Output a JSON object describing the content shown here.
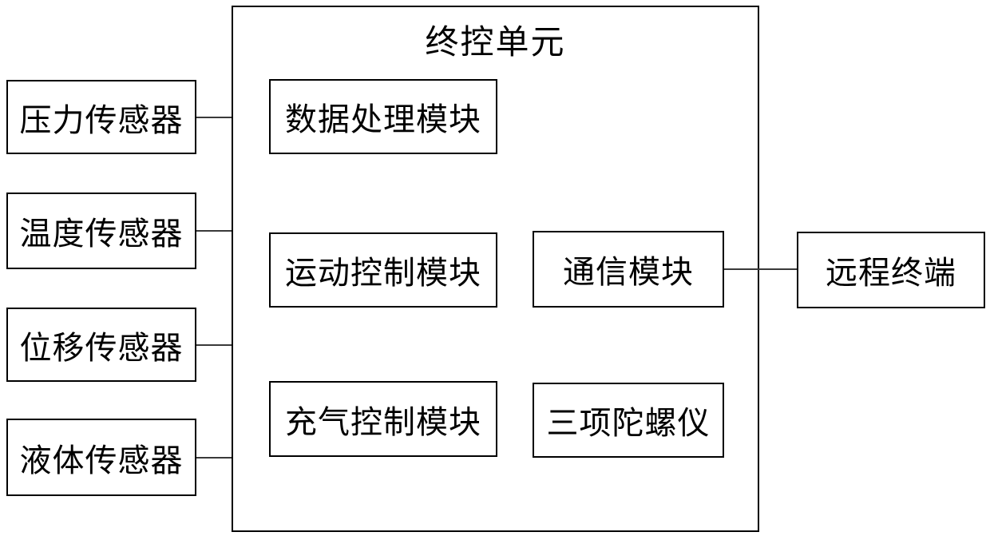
{
  "diagram": {
    "main_unit": {
      "label": "终控单元"
    },
    "sensors": [
      {
        "label": "压力传感器"
      },
      {
        "label": "温度传感器"
      },
      {
        "label": "位移传感器"
      },
      {
        "label": "液体传感器"
      }
    ],
    "inner_modules_left": [
      {
        "label": "数据处理模块"
      },
      {
        "label": "运动控制模块"
      },
      {
        "label": "充气控制模块"
      }
    ],
    "inner_modules_right": [
      {
        "label": "通信模块"
      },
      {
        "label": "三项陀螺仪"
      }
    ],
    "remote": {
      "label": "远程终端"
    },
    "colors": {
      "background": "#ffffff",
      "box_border": "#000000",
      "connector_line": "#3a3a3a",
      "text": "#000000"
    }
  }
}
